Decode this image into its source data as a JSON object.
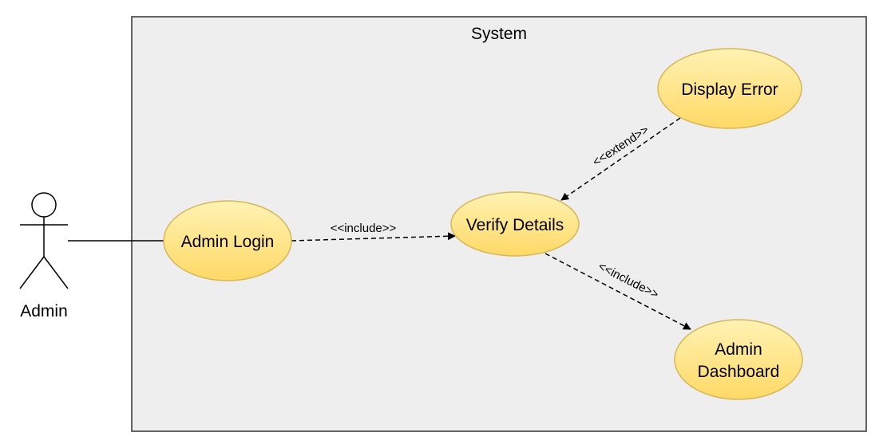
{
  "diagram": {
    "system_label": "System",
    "actor": {
      "label": "Admin"
    },
    "use_cases": {
      "admin_login": "Admin Login",
      "verify_details": "Verify Details",
      "display_error": "Display Error",
      "admin_dashboard_line1": "Admin",
      "admin_dashboard_line2": "Dashboard"
    },
    "relations": {
      "login_verify": "<<include>>",
      "error_verify": "<<extend>>",
      "verify_dashboard": "<<include>>"
    },
    "colors": {
      "system_fill": "#eeeeee",
      "system_stroke": "#333333",
      "usecase_fill_top": "#fff2b3",
      "usecase_fill_bottom": "#ffd966",
      "usecase_stroke": "#d6b656"
    }
  }
}
